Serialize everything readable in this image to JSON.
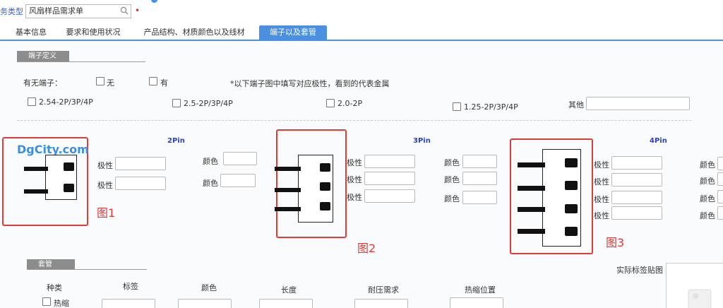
{
  "header": {
    "biz_type_label": "务类型",
    "biz_type_value": "风扇样品需求单",
    "required_mark": "•"
  },
  "tabs": [
    {
      "label": "基本信息",
      "active": false
    },
    {
      "label": "要求和使用状况",
      "active": false
    },
    {
      "label": "产品结构、材质颜色以及线材",
      "active": false
    },
    {
      "label": "端子以及套管",
      "active": true
    }
  ],
  "terminal_section": {
    "title": "端子定义",
    "has_terminal_label": "有无端子：",
    "option_none": "无",
    "option_yes": "有",
    "note": "*以下端子图中填写对应极性，看到的代表金属",
    "pitch_options": [
      "2.54-2P/3P/4P",
      "2.5-2P/3P/4P",
      "2.0-2P",
      "1.25-2P/3P/4P"
    ],
    "other_label": "其他"
  },
  "watermark": "DgCity.com",
  "figures": [
    {
      "fig_label": "图1",
      "title": "2Pin",
      "polarity_label": "极性",
      "color_label": "颜色",
      "pins": 2
    },
    {
      "fig_label": "图2",
      "title": "3Pin",
      "polarity_label": "极性",
      "color_label": "颜色",
      "pins": 3
    },
    {
      "fig_label": "图3",
      "title": "4Pin",
      "polarity_label": "极性",
      "color_label": "颜色",
      "pins": 4
    }
  ],
  "sleeve_section": {
    "title": "套管",
    "columns": [
      "种类",
      "标签",
      "颜色",
      "长度",
      "耐压需求",
      "热缩位置"
    ],
    "kind_option": "热缩",
    "label_image_title": "实际标签贴图"
  },
  "colors": {
    "accent": "#4a8fe0",
    "highlight": "#e53935",
    "pin_title": "#2b3fc4"
  }
}
